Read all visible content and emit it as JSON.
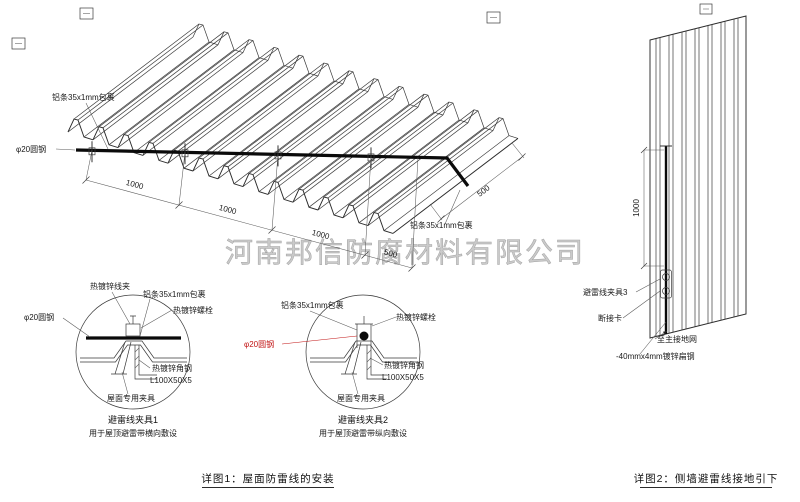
{
  "watermark": "河南邦信防腐材料有限公司",
  "roof": {
    "wrap_label_top": "铝条35x1mm包裹",
    "wrap_label_right": "铝条35x1mm包裹",
    "round_steel_label": "φ20圆钢",
    "dims": {
      "d1": "1000",
      "d2": "1000",
      "d3": "1000",
      "d4": "500",
      "d_right": "500"
    }
  },
  "detail1": {
    "wire_clip": "热镀锌线夹",
    "wrap": "铝条35x1mm包裹",
    "bolt": "热镀锌螺栓",
    "round_steel": "φ20圆钢",
    "angle_steel": "热镀锌角钢",
    "angle_spec": "L100X50X5",
    "roof_clamp": "屋面专用夹具",
    "title": "避雷线夹具1",
    "subtitle": "用于屋顶避雷带横向敷设"
  },
  "detail2": {
    "wrap": "铝条35x1mm包裹",
    "bolt": "热镀锌螺栓",
    "round_steel": "φ20圆钢",
    "angle_steel": "热镀锌角钢",
    "angle_spec": "L100X50X5",
    "roof_clamp": "屋面专用夹具",
    "title": "避雷线夹具2",
    "subtitle": "用于屋顶避雷带纵向敷设"
  },
  "wall": {
    "dim": "1000",
    "clamp3": "避雷线夹具3",
    "disconnect": "断接卡",
    "to_ground": "至主接地网",
    "flat_steel": "-40mmx4mm镀锌扁钢"
  },
  "captions": {
    "fig1": "详图1：屋面防雷线的安装",
    "fig2": "详图2：侧墙避雷线接地引下"
  },
  "colors": {
    "line": "#3a3a3a",
    "accent_red": "#c11313",
    "watermark": "#9a9a9a"
  }
}
